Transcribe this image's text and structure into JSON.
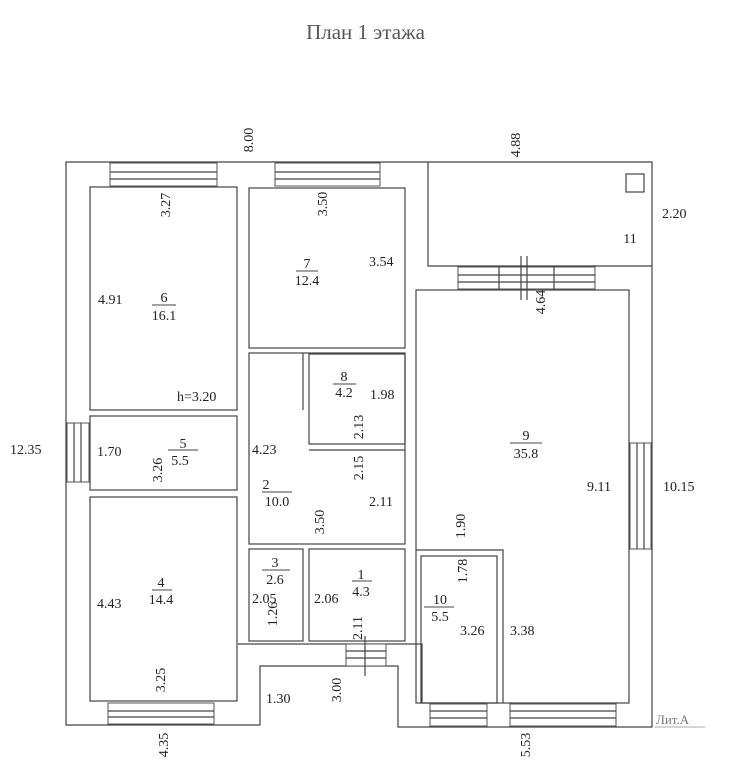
{
  "title": "План 1 этажа",
  "rooms": [
    {
      "num": "1",
      "area": "4.3"
    },
    {
      "num": "2",
      "area": "10.0"
    },
    {
      "num": "3",
      "area": "2.6"
    },
    {
      "num": "4",
      "area": "14.4"
    },
    {
      "num": "5",
      "area": "5.5"
    },
    {
      "num": "6",
      "area": "16.1"
    },
    {
      "num": "7",
      "area": "12.4"
    },
    {
      "num": "8",
      "area": "4.2"
    },
    {
      "num": "9",
      "area": "35.8"
    },
    {
      "num": "10",
      "area": "5.5"
    },
    {
      "num": "11"
    }
  ],
  "dims": {
    "top_left": "8.00",
    "top_right": "4.88",
    "right_top": "2.20",
    "left_total": "12.35",
    "right_total": "10.15",
    "bottom_left": "4.35",
    "bottom_right": "5.53",
    "r6_w": "3.27",
    "r6_h": "4.91",
    "height": "h=3.20",
    "r7_w": "3.50",
    "r7_h": "3.54",
    "r8_h": "1.98",
    "r8_w": "2.13",
    "r5_h": "1.70",
    "r5_w": "3.26",
    "r2_h": "4.23",
    "r2_a": "2.15",
    "r2_b": "2.11",
    "r2_w": "3.50",
    "r9_w": "4.64",
    "r9_h": "9.11",
    "r9_a": "1.90",
    "r4_h": "4.43",
    "r4_w": "3.25",
    "r3_h": "2.05",
    "r3_w": "1.26",
    "r1_h": "2.06",
    "r1_w": "2.11",
    "r10_a": "1.78",
    "r10_h": "3.26",
    "r10_b": "3.38",
    "porch_w": "1.30",
    "porch_l": "3.00"
  },
  "liter": "Лит.А"
}
